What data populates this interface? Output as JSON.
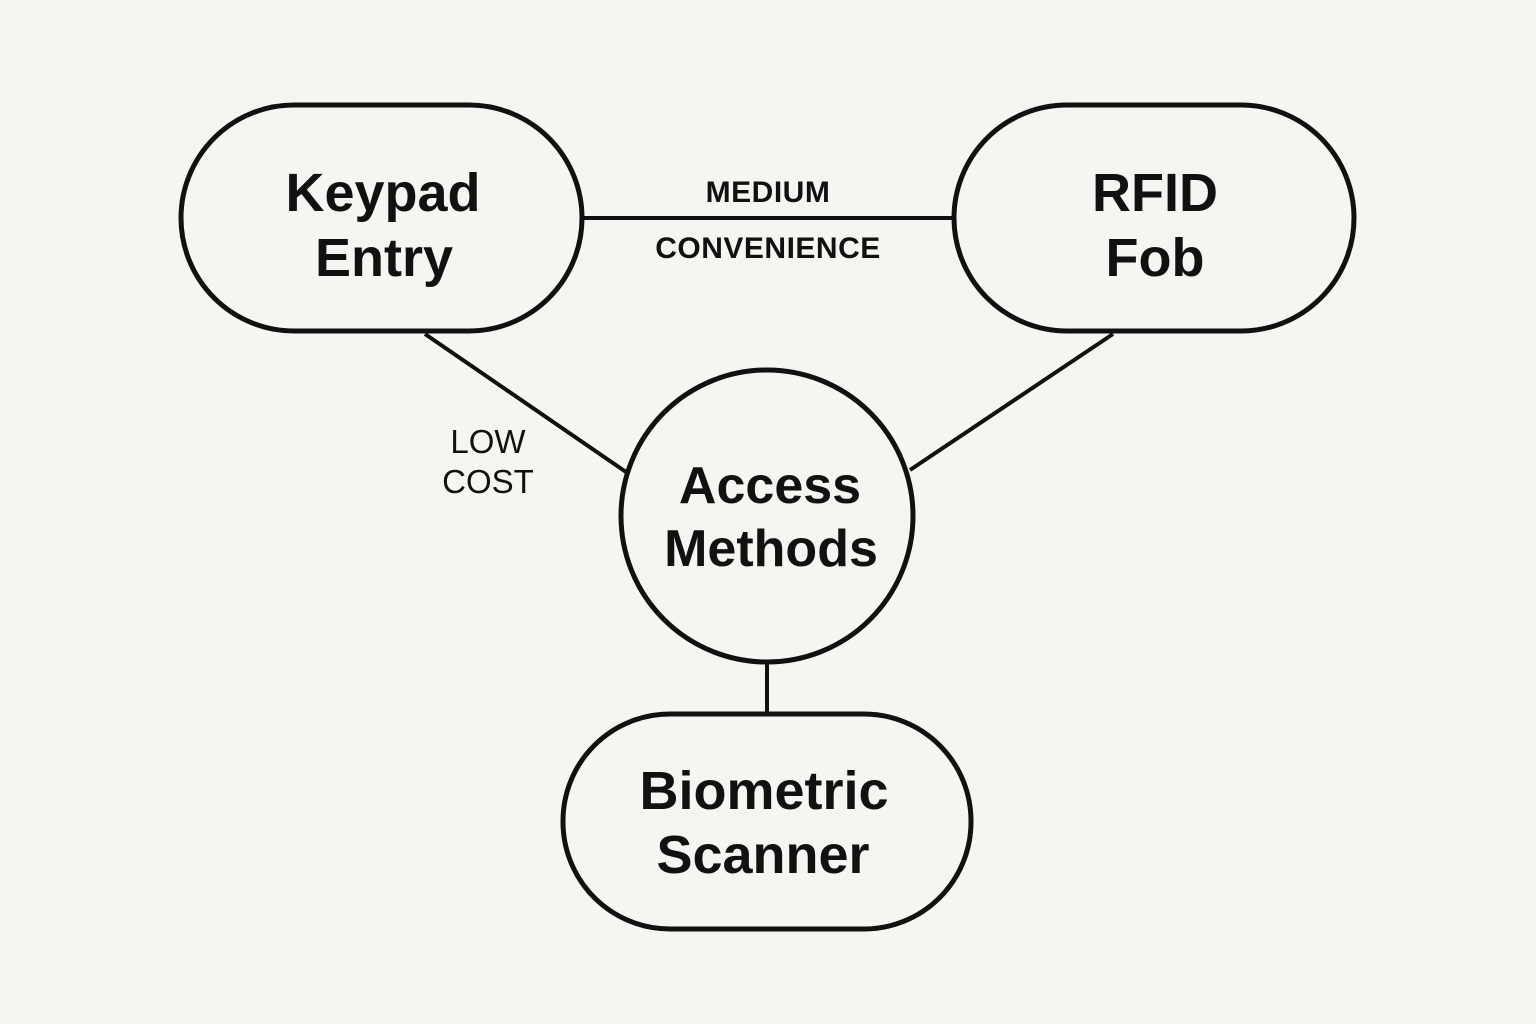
{
  "diagram": {
    "title": "Access Methods",
    "center_node": {
      "id": "access-methods",
      "lines": [
        "Access",
        "Methods"
      ]
    },
    "nodes": [
      {
        "id": "keypad-entry",
        "lines": [
          "Keypad",
          "Entry"
        ]
      },
      {
        "id": "rfid-fob",
        "lines": [
          "RFID",
          "Fob"
        ]
      },
      {
        "id": "biometric-scanner",
        "lines": [
          "Biometric",
          "Scanner"
        ]
      }
    ],
    "edges": [
      {
        "from": "keypad-entry",
        "to": "rfid-fob",
        "label_lines": [
          "MEDIUM",
          "CONVENIENCE"
        ]
      },
      {
        "from": "keypad-entry",
        "to": "access-methods",
        "label_lines": [
          "LOW",
          "COST"
        ]
      },
      {
        "from": "rfid-fob",
        "to": "access-methods",
        "label_lines": []
      },
      {
        "from": "access-methods",
        "to": "biometric-scanner",
        "label_lines": []
      }
    ],
    "colors": {
      "background": "#f6f5f1",
      "stroke": "#111111",
      "text": "#111111"
    }
  }
}
